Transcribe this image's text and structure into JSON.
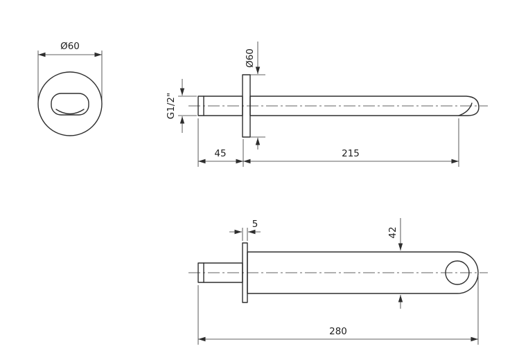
{
  "page": {
    "background": "#ffffff",
    "line_color": "#2e2e2e"
  },
  "drawing": {
    "front": {
      "flange_diameter": "Ø60"
    },
    "side": {
      "flange_diameter": "Ø60",
      "thread_size": "G1/2\"",
      "thread_length": "45",
      "spout_projection": "215"
    },
    "plan": {
      "flange_thickness": "5",
      "spout_width": "42",
      "overall_length": "280"
    }
  }
}
